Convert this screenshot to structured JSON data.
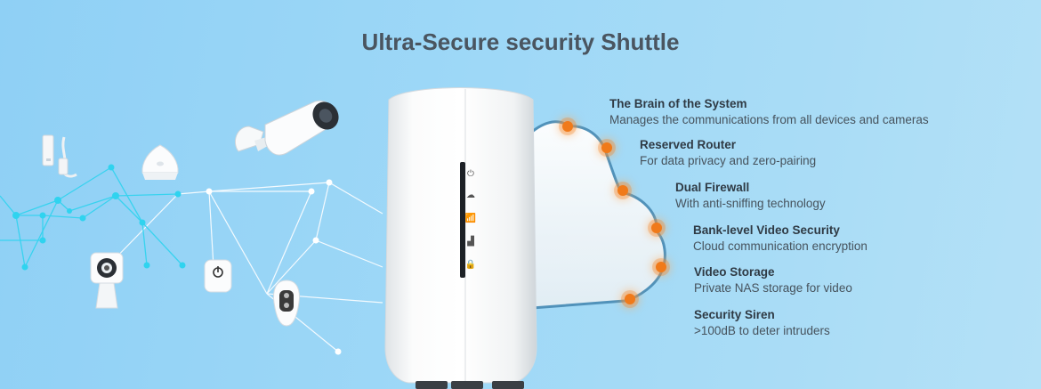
{
  "title": "Ultra-Secure security Shuttle",
  "features": [
    {
      "title": "The Brain of the System",
      "desc": "Manages the communications from all devices and cameras"
    },
    {
      "title": "Reserved Router",
      "desc": "For data privacy and zero-pairing"
    },
    {
      "title": "Dual Firewall",
      "desc": "With anti-sniffing technology"
    },
    {
      "title": "Bank-level Video Security",
      "desc": "Cloud communication encryption"
    },
    {
      "title": "Video Storage",
      "desc": "Private NAS storage for video"
    },
    {
      "title": "Security Siren",
      "desc": ">100dB to deter intruders"
    }
  ],
  "hub_icons": [
    "power-icon",
    "cloud-icon",
    "wifi-icon",
    "signal-icon",
    "lock-icon"
  ],
  "colors": {
    "accent": "#f07a1a",
    "network_lines": "#3fd6f0",
    "title": "#4a5560"
  }
}
